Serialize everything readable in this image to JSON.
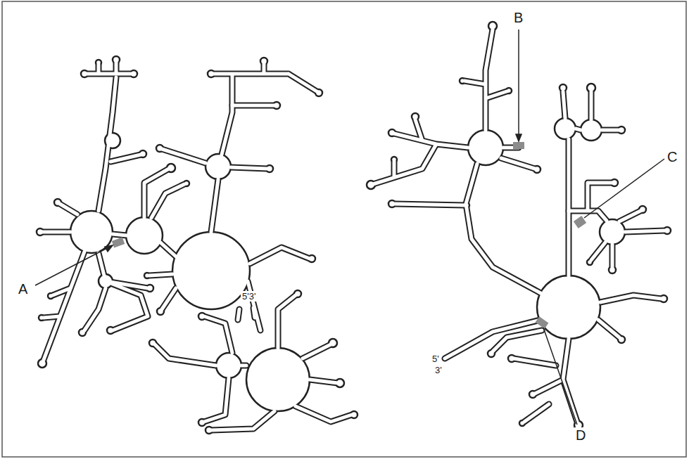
{
  "diagram": {
    "labels": [
      "A",
      "B",
      "C",
      "D",
      "5'3'",
      "5'",
      "3'"
    ]
  }
}
